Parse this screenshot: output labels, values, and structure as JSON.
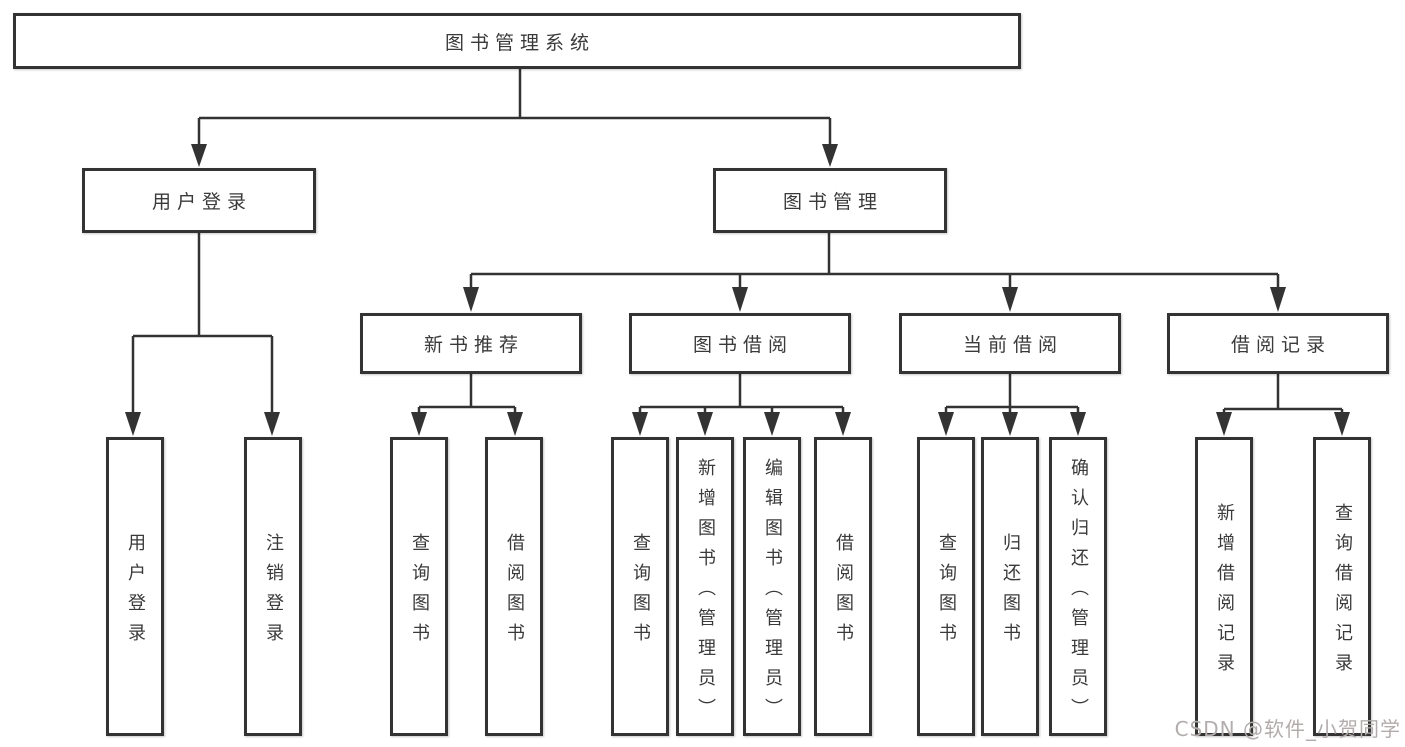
{
  "diagram_title": "图书管理系统",
  "tree": {
    "root": {
      "label": "图书管理系统"
    },
    "level2": [
      {
        "label": "用户登录",
        "leaves": [
          "用户登录",
          "注销登录"
        ]
      },
      {
        "label": "图书管理",
        "children": [
          {
            "label": "新书推荐",
            "leaves": [
              "查询图书",
              "借阅图书"
            ]
          },
          {
            "label": "图书借阅",
            "leaves": [
              "查询图书",
              "新增图书（管理员）",
              "编辑图书（管理员）",
              "借阅图书"
            ]
          },
          {
            "label": "当前借阅",
            "leaves": [
              "查询图书",
              "归还图书",
              "确认归还（管理员）"
            ]
          },
          {
            "label": "借阅记录",
            "leaves": [
              "新增借阅记录",
              "查询借阅记录"
            ]
          }
        ]
      }
    ]
  },
  "watermark": {
    "text": "CSDN @软件_小贺同学"
  },
  "colors": {
    "line": "#333333",
    "text": "#3a3a3a",
    "background": "#ffffff",
    "watermark": "#b3acac"
  }
}
